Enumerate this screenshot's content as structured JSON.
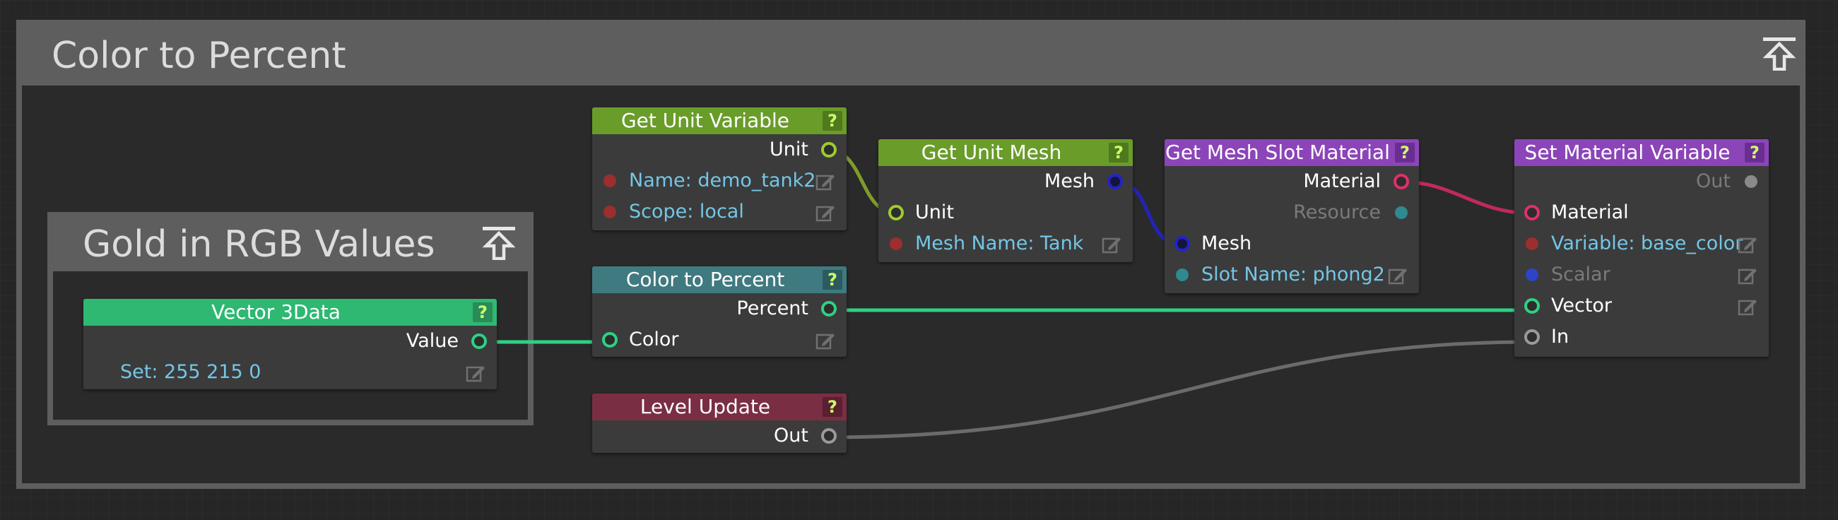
{
  "groups": {
    "color_to_percent": {
      "title": "Color to Percent"
    },
    "gold_rgb": {
      "title": "Gold in RGB Values"
    }
  },
  "nodes": {
    "vector3": {
      "title": "Vector 3Data",
      "help": "?",
      "value_label": "Value",
      "set_label": "Set: 255 215 0",
      "header_color": "#2eb872"
    },
    "get_unit_variable": {
      "title": "Get Unit Variable",
      "help": "?",
      "unit_label": "Unit",
      "name_label": "Name: demo_tank2",
      "scope_label": "Scope: local",
      "header_color": "#6a9c2a"
    },
    "color_to_percent": {
      "title": "Color to Percent",
      "help": "?",
      "percent_label": "Percent",
      "color_label": "Color",
      "header_color": "#3f7a80"
    },
    "level_update": {
      "title": "Level Update",
      "help": "?",
      "out_label": "Out",
      "header_color": "#7a2e44"
    },
    "get_unit_mesh": {
      "title": "Get Unit Mesh",
      "help": "?",
      "mesh_label": "Mesh",
      "unit_label": "Unit",
      "mesh_name_label": "Mesh Name: Tank",
      "header_color": "#6a9c2a"
    },
    "get_mesh_slot_material": {
      "title": "Get Mesh Slot Material",
      "help": "?",
      "material_label": "Material",
      "resource_label": "Resource",
      "mesh_label": "Mesh",
      "slot_name_label": "Slot Name: phong2",
      "header_color": "#8b45b8"
    },
    "set_material_variable": {
      "title": "Set Material Variable",
      "help": "?",
      "out_label": "Out",
      "material_label": "Material",
      "variable_label": "Variable: base_color",
      "scalar_label": "Scalar",
      "vector_label": "Vector",
      "in_label": "In",
      "header_color": "#8b45b8"
    }
  },
  "colors": {
    "port_green": "#2ed184",
    "port_unit": "#9ecb2e",
    "port_mesh": "#2323c8",
    "port_material": "#e0306a",
    "port_resource": "#2e8a90",
    "port_flow": "#9a9a9a",
    "param_red": "#9c2e2e",
    "param_blue": "#2e44c8"
  }
}
